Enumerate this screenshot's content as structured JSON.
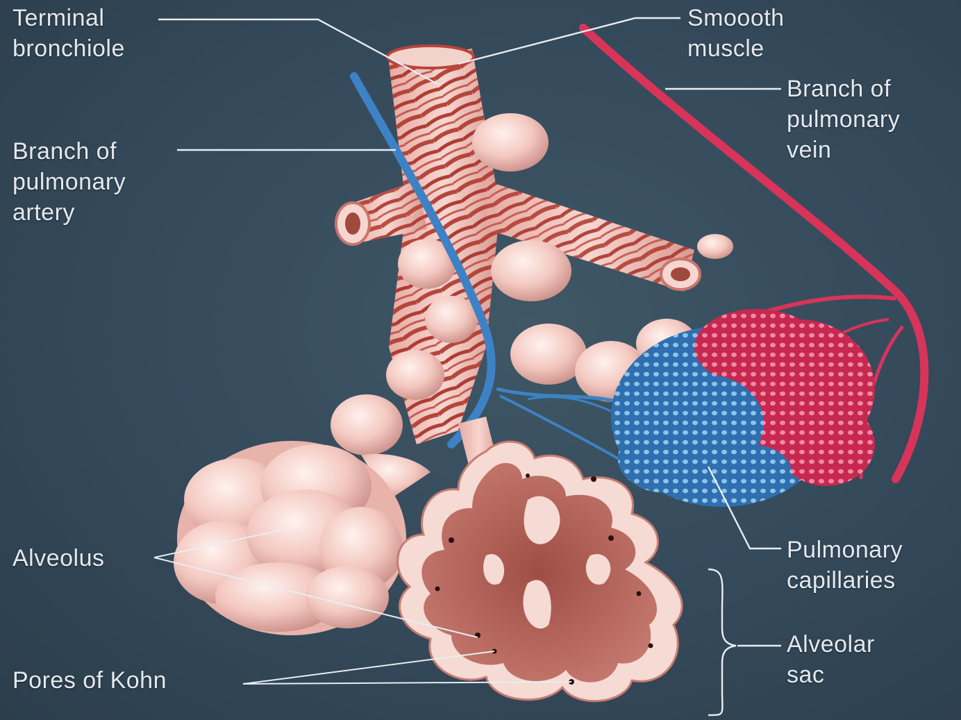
{
  "labels": {
    "terminal_bronchiole": [
      "Terminal",
      "bronchiole"
    ],
    "smooth_muscle": [
      "Smoooth",
      "muscle"
    ],
    "branch_pulmonary_vein": [
      "Branch of",
      "pulmonary",
      "vein"
    ],
    "branch_pulmonary_artery": [
      "Branch of",
      "pulmonary",
      "artery"
    ],
    "alveolus": [
      "Alveolus"
    ],
    "pulmonary_capillaries": [
      "Pulmonary",
      "capillaries"
    ],
    "alveolar_sac": [
      "Alveolar",
      "sac"
    ],
    "pores_of_kohn": [
      "Pores of Kohn"
    ]
  },
  "colors": {
    "background": "#34495a",
    "tissue": "#f2c7c0",
    "muscle": "#b8453a",
    "artery_blue": "#3d82c4",
    "vein_red": "#d8345a",
    "label_text": "#e4e9ee"
  }
}
